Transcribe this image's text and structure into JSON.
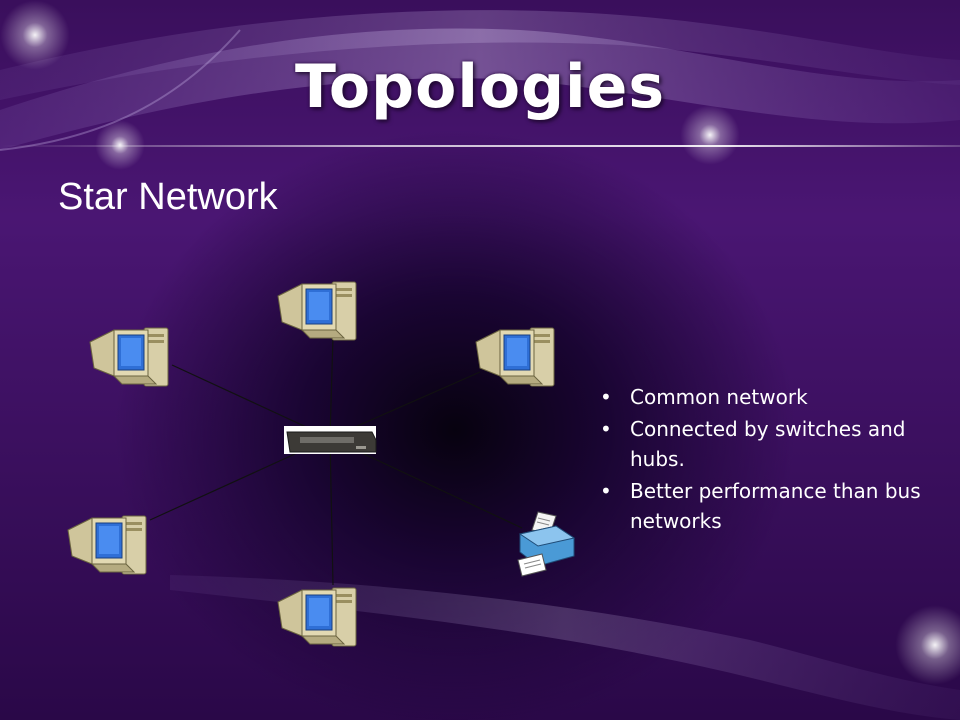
{
  "slide": {
    "title": "Topologies",
    "subtitle": "Star Network",
    "bullets": [
      "Common network",
      "Connected by switches and hubs.",
      "Better performance than bus networks"
    ]
  },
  "diagram": {
    "center": "switch-hub",
    "nodes": [
      "computer",
      "computer",
      "computer",
      "computer",
      "computer",
      "printer"
    ]
  },
  "colors": {
    "background": "#3a0f5c",
    "text": "#ffffff",
    "link_line": "#111111",
    "monitor_screen": "#2f6fd6",
    "computer_case": "#d8cfa8"
  }
}
